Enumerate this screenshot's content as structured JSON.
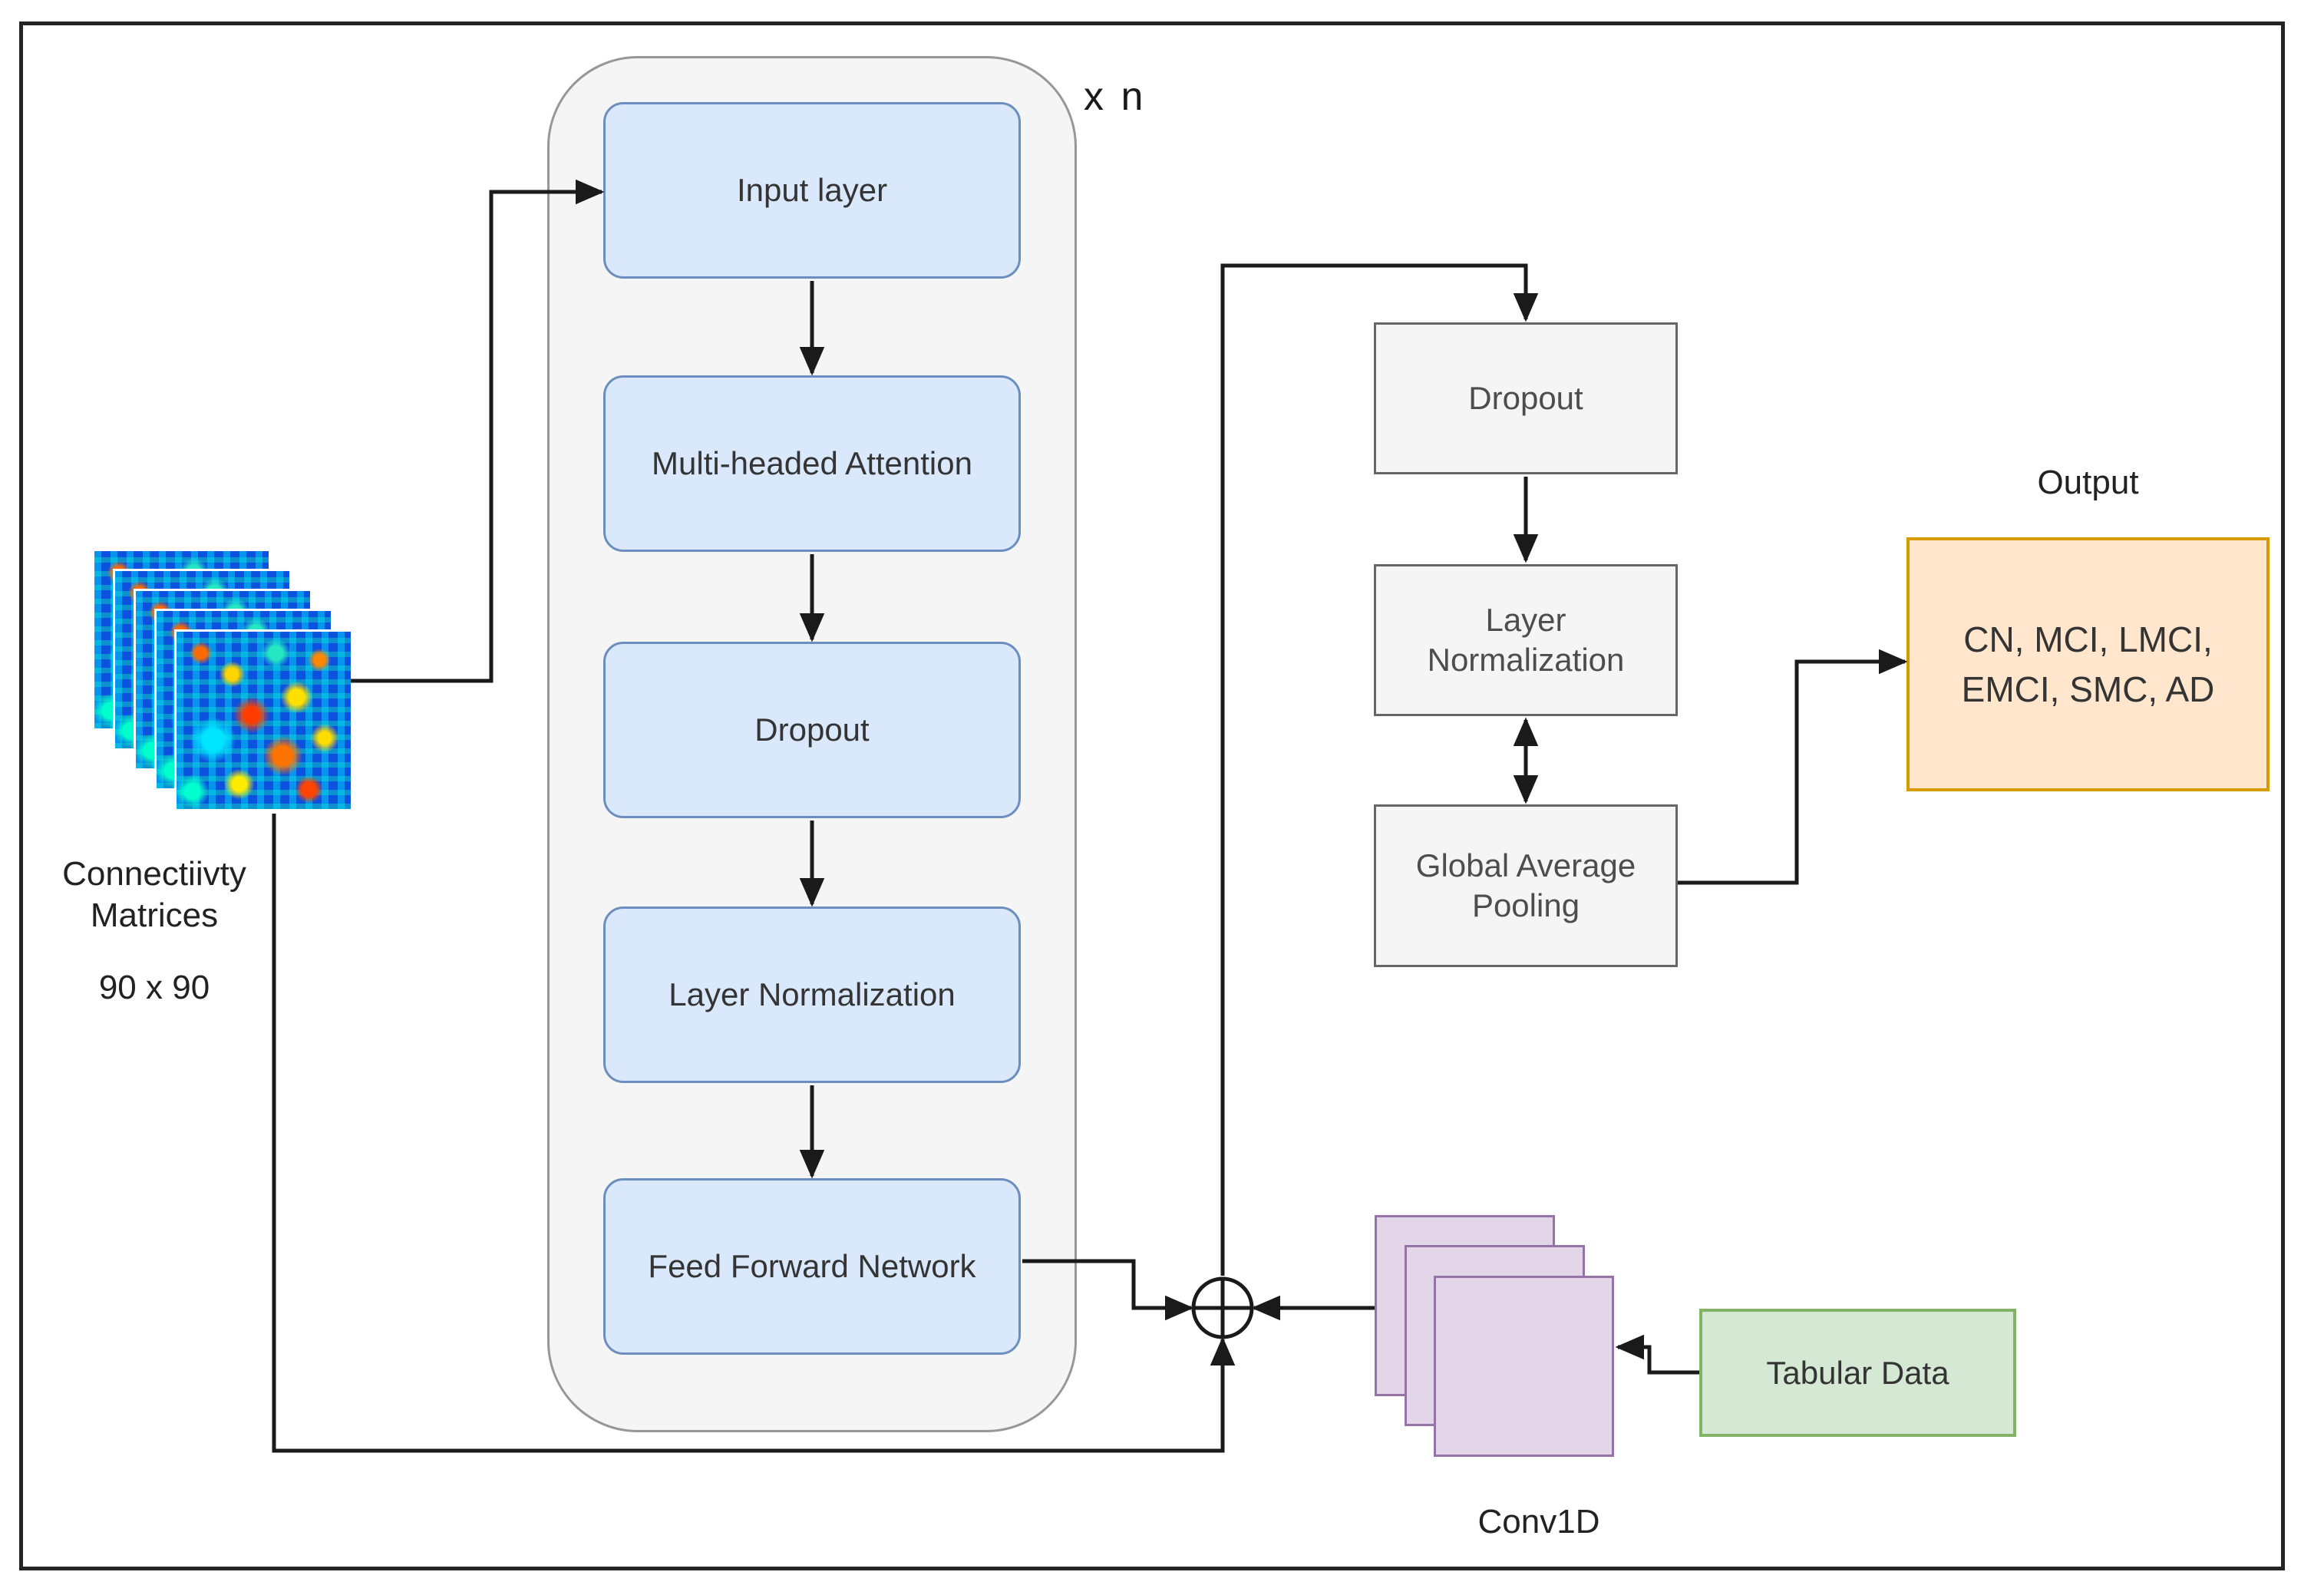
{
  "encoder": {
    "repeat_label": "x n",
    "layers": [
      "Input layer",
      "Multi-headed Attention",
      "Dropout",
      "Layer Normalization",
      "Feed Forward Network"
    ]
  },
  "input_stack": {
    "caption_line1": "Connectiivty",
    "caption_line2": "Matrices",
    "dimensions": "90 x 90"
  },
  "classifier_head": {
    "dropout": "Dropout",
    "layer_norm_line1": "Layer",
    "layer_norm_line2": "Normalization",
    "gap_line1": "Global Average",
    "gap_line2": "Pooling"
  },
  "output": {
    "label": "Output",
    "classes_line1": "CN, MCI, LMCI,",
    "classes_line2": "EMCI, SMC, AD"
  },
  "fusion": {
    "conv_label": "Conv1D",
    "tabular_label": "Tabular Data"
  },
  "colors": {
    "edge": "#1a1a1a",
    "encoder_box_fill": "#dae8fc",
    "encoder_box_border": "#6c8ebf",
    "container_fill": "#f5f5f5",
    "container_border": "#979797",
    "head_box_fill": "#f5f5f5",
    "head_box_border": "#666666",
    "output_fill": "#ffe6cc",
    "output_border": "#d79b00",
    "conv_fill": "#e1d5e7",
    "conv_border": "#9673a6",
    "tabular_fill": "#d5e8d4",
    "tabular_border": "#82b366"
  }
}
